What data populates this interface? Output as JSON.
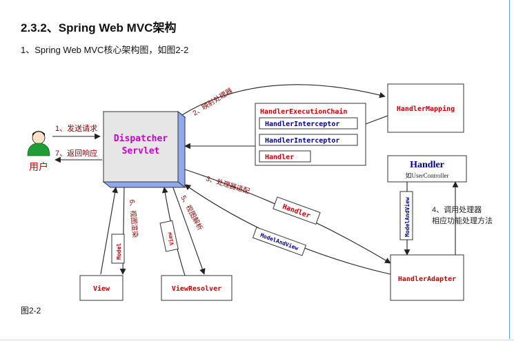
{
  "section_heading": "2.3.2、Spring Web MVC架构",
  "intro_text": "1、Spring Web MVC核心架构图，如图2-2",
  "figure_caption": "图2-2",
  "diagram": {
    "user_label": "用户",
    "dispatcher": {
      "line1": "Dispatcher",
      "line2": "Servlet"
    },
    "execution_chain": {
      "title": "HandlerExecutionChain",
      "items": [
        "HandlerInterceptor",
        "HandlerInterceptor",
        "Handler"
      ]
    },
    "handler_mapping": "HandlerMapping",
    "handler_box": {
      "title": "Handler",
      "subtitle": "如UserController"
    },
    "handler_adapter": "HandlerAdapter",
    "view": "View",
    "view_resolver": "ViewResolver",
    "floating_handler": "Handler",
    "model_and_view_tag": "ModelAndView",
    "model_and_view_vertical": "ModelAndView",
    "model_tag": "Model",
    "view_tag": "View",
    "steps": {
      "s1": "1、发送请求",
      "s2": "2、映射处理器",
      "s3": "3、处理器适配",
      "s4a": "4、调用处理器",
      "s4b": "相应功能处理方法",
      "s5": "5、视图解析",
      "s6": "6、视图渲染",
      "s7": "7、返回响应"
    },
    "colors": {
      "box_border": "#333333",
      "label_red": "#cc0000",
      "label_blue": "#00008b",
      "dispatcher_text": "#cc00cc",
      "dispatcher_fill": "#e6e6e6",
      "dispatcher_side": "#8fa8ee",
      "user_green": "#1f9d34"
    },
    "icons": [
      "user-person-icon"
    ]
  }
}
